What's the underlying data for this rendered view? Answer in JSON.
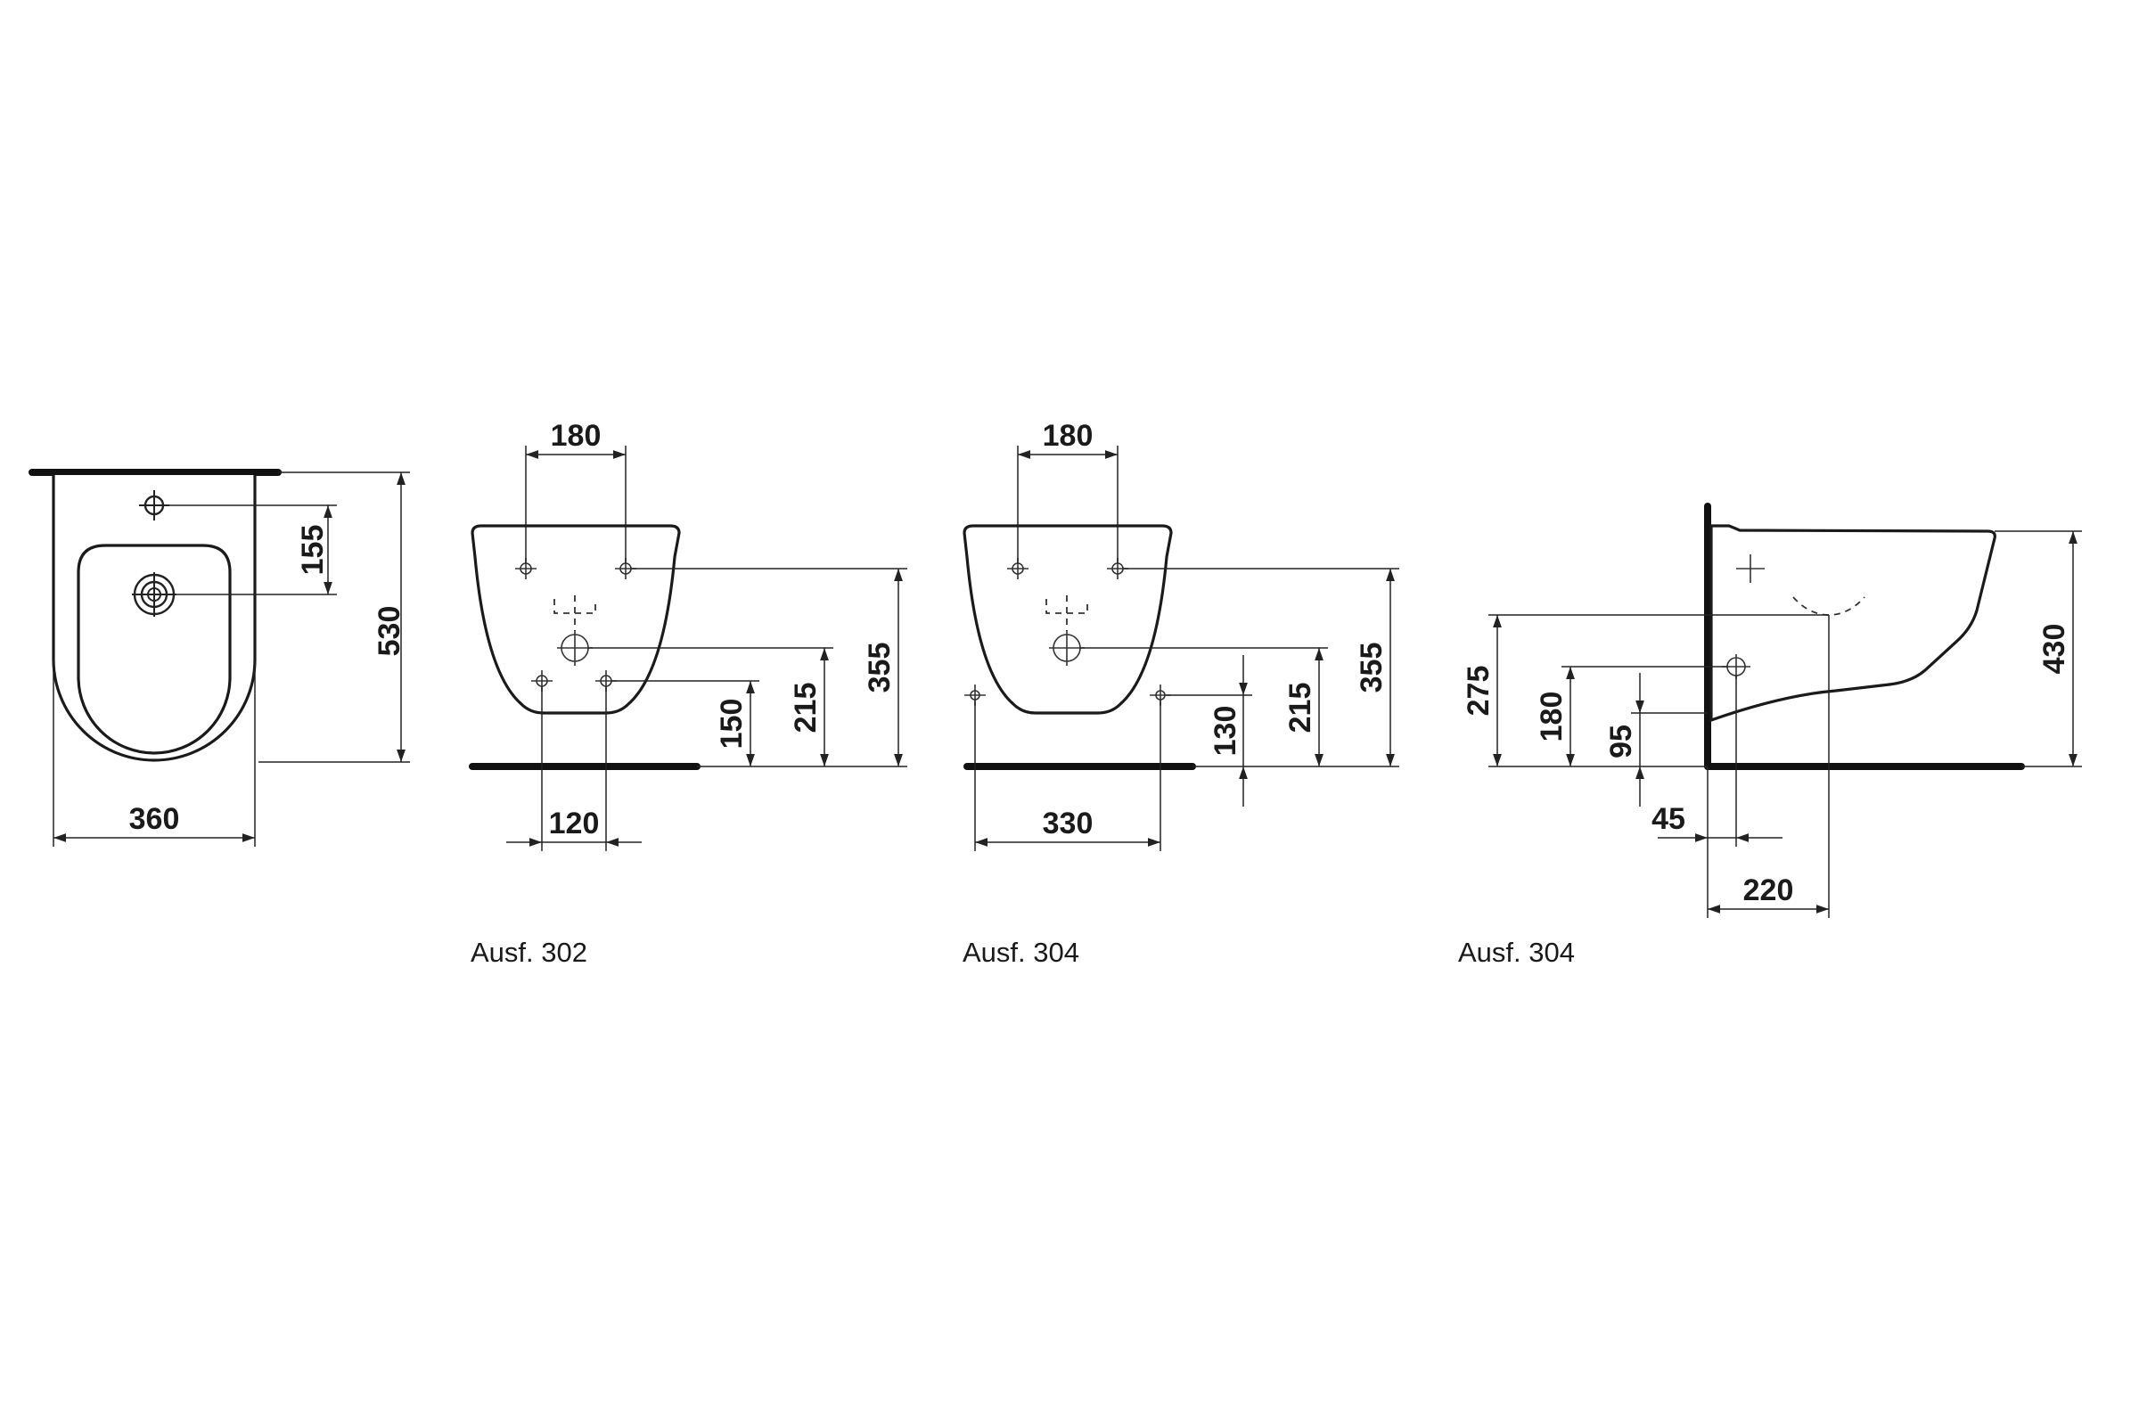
{
  "top_view": {
    "dim_width": "360",
    "dim_depth": "530",
    "dim_tap_hole": "155"
  },
  "front_view_302": {
    "caption": "Ausf. 302",
    "dim_top_spacing": "180",
    "dim_bottom_spacing": "120",
    "dim_top_fix_height": "355",
    "dim_outlet_height": "215",
    "dim_bottom_fix_height": "150"
  },
  "front_view_304": {
    "caption": "Ausf. 304",
    "dim_top_spacing": "180",
    "dim_bottom_spacing": "330",
    "dim_top_fix_height": "355",
    "dim_outlet_height": "215",
    "dim_bottom_fix_height": "130"
  },
  "side_view_304": {
    "caption": "Ausf. 304",
    "dim_height": "430",
    "dim_overflow_height": "275",
    "dim_supply_height": "180",
    "dim_outlet_height": "95",
    "dim_supply_offset": "45",
    "dim_outlet_offset": "220"
  },
  "colors": {
    "ink": "#1a1a1a",
    "paper": "#ffffff"
  }
}
